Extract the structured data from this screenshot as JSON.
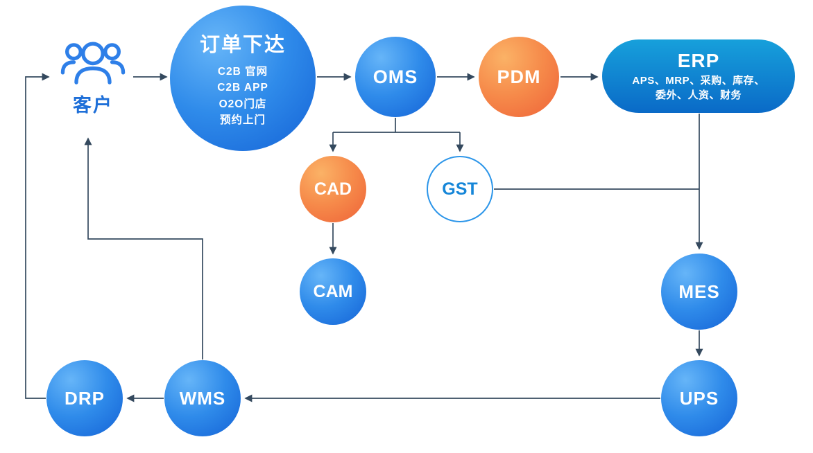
{
  "nodes": {
    "customer": {
      "label": "客户"
    },
    "order": {
      "title": "订单下达",
      "lines": [
        "C2B 官网",
        "C2B APP",
        "O2O门店",
        "预约上门"
      ]
    },
    "oms": {
      "label": "OMS"
    },
    "pdm": {
      "label": "PDM"
    },
    "erp": {
      "title": "ERP",
      "lines": [
        "APS、MRP、采购、库存、",
        "委外、人资、财务"
      ]
    },
    "cad": {
      "label": "CAD"
    },
    "gst": {
      "label": "GST"
    },
    "cam": {
      "label": "CAM"
    },
    "mes": {
      "label": "MES"
    },
    "ups": {
      "label": "UPS"
    },
    "wms": {
      "label": "WMS"
    },
    "drp": {
      "label": "DRP"
    }
  },
  "colors": {
    "bg": "#ffffff",
    "blue_light": "#66B5F8",
    "blue_mid": "#2F8BEA",
    "blue_dark": "#1462D6",
    "orange_light": "#FBB266",
    "orange_mid": "#F68A4A",
    "orange_dark": "#EE6238",
    "erp_top": "#17A0DB",
    "erp_bottom": "#0A6AC7",
    "gst_border": "#2B95E9",
    "gst_text": "#1686D8",
    "line": "#34495E",
    "label_blue": "#1E6FD8",
    "icon_blue": "#2E7FE8",
    "node_text": "#FFFFFF"
  }
}
